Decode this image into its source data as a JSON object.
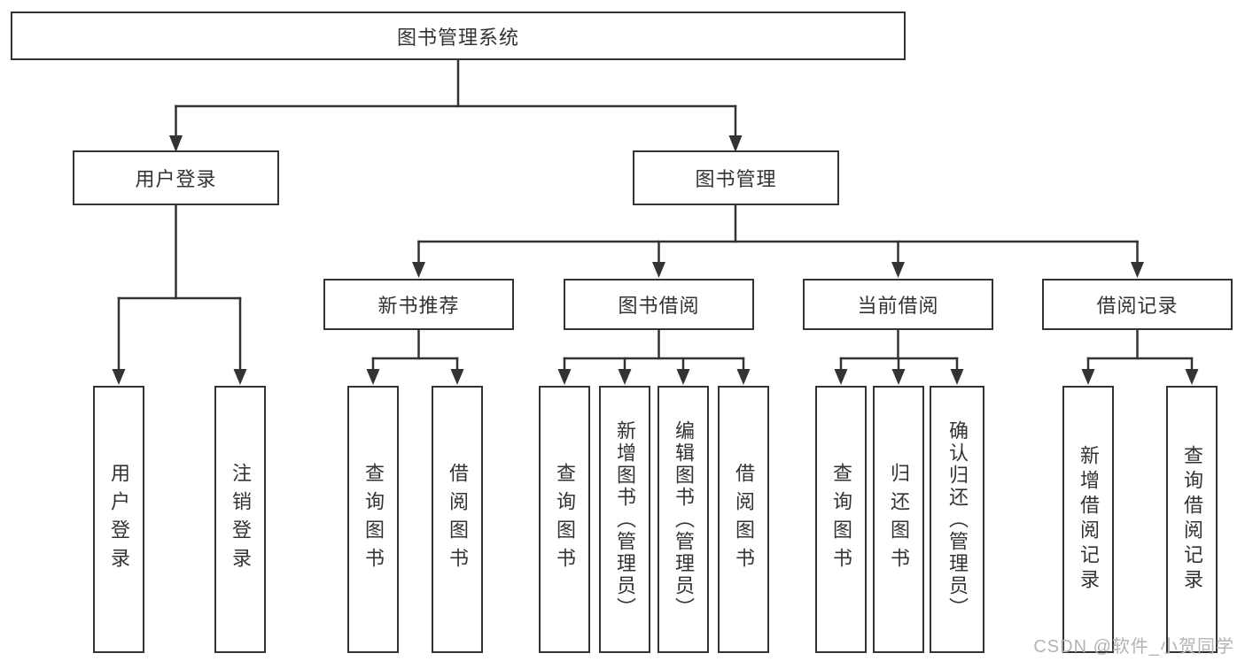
{
  "title": "图书管理系统",
  "level2": {
    "user_login": "用户登录",
    "book_mgmt": "图书管理"
  },
  "level3": {
    "new_books": "新书推荐",
    "book_borrow": "图书借阅",
    "current_borrow": "当前借阅",
    "borrow_records": "借阅记录"
  },
  "leaves": {
    "user_login": "用户登录",
    "logout": "注销登录",
    "nb_query": "查询图书",
    "nb_borrow": "借阅图书",
    "bw_query": "查询图书",
    "bw_add": "新增图书（管理员）",
    "bw_edit": "编辑图书（管理员）",
    "bw_borrow": "借阅图书",
    "cur_query": "查询图书",
    "cur_return": "归还图书",
    "cur_confirm": "确认归还（管理员）",
    "rec_add": "新增借阅记录",
    "rec_query": "查询借阅记录"
  },
  "watermark": "CSDN @软件_小贺同学",
  "colors": {
    "line": "#333333",
    "text": "#333333",
    "watermark": "#b3b3b3",
    "background": "#ffffff"
  }
}
